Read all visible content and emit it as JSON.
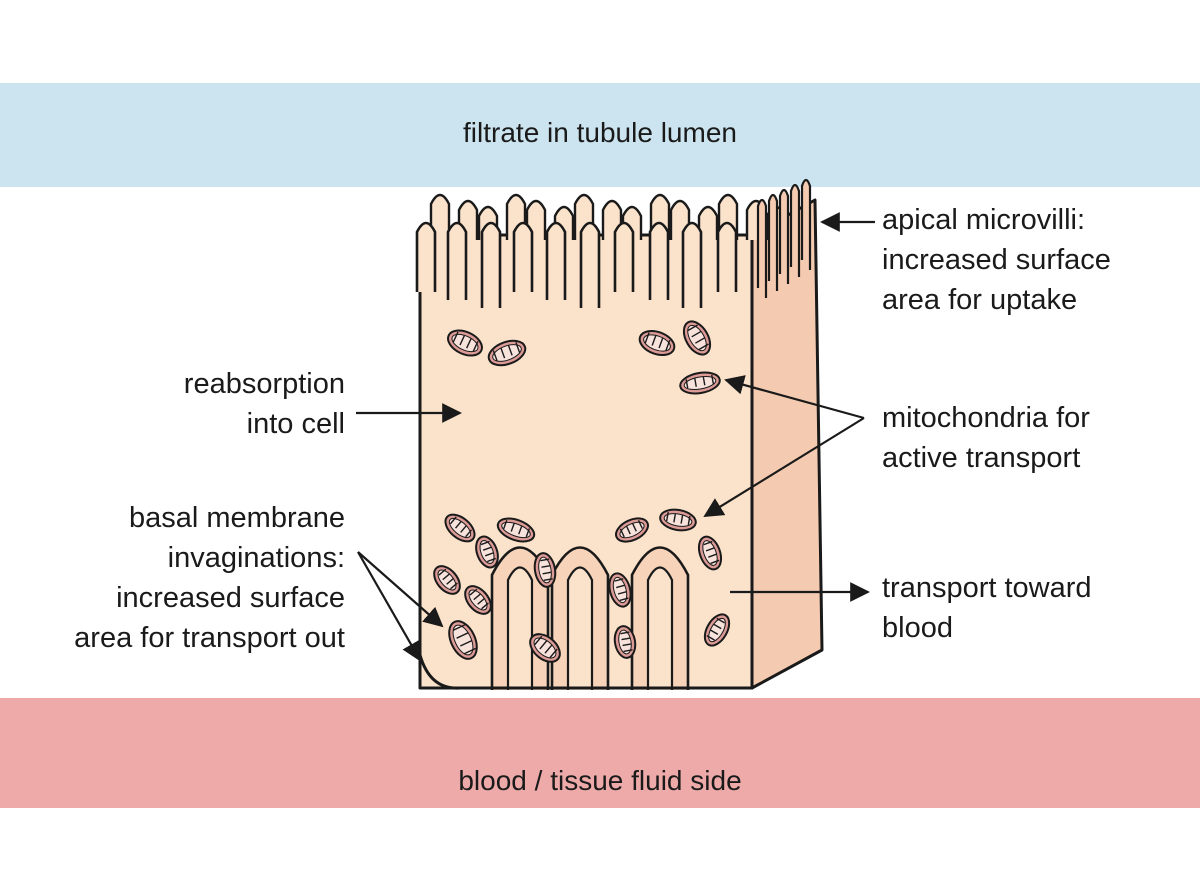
{
  "colors": {
    "lumen_band": "#cce4ef",
    "blood_band": "#eeaaa9",
    "cell_front": "#fbe3cb",
    "cell_side": "#f4cbb0",
    "mitochondria_fill": "#dc9b96",
    "mitochondria_inner": "#f7e2dc",
    "outline": "#1a1a1a"
  },
  "bands": {
    "top": "filtrate in tubule lumen",
    "bottom": "blood / tissue fluid side"
  },
  "labels": {
    "apical": [
      "apical microvilli:",
      "increased surface",
      "area for uptake"
    ],
    "mitochondria": [
      "mitochondria for",
      "active transport"
    ],
    "transport": [
      "transport toward",
      "blood"
    ],
    "reabsorption": [
      "reabsorption",
      "into cell"
    ],
    "basal": [
      "basal membrane",
      "invaginations:",
      "increased surface",
      "area for transport out"
    ]
  }
}
